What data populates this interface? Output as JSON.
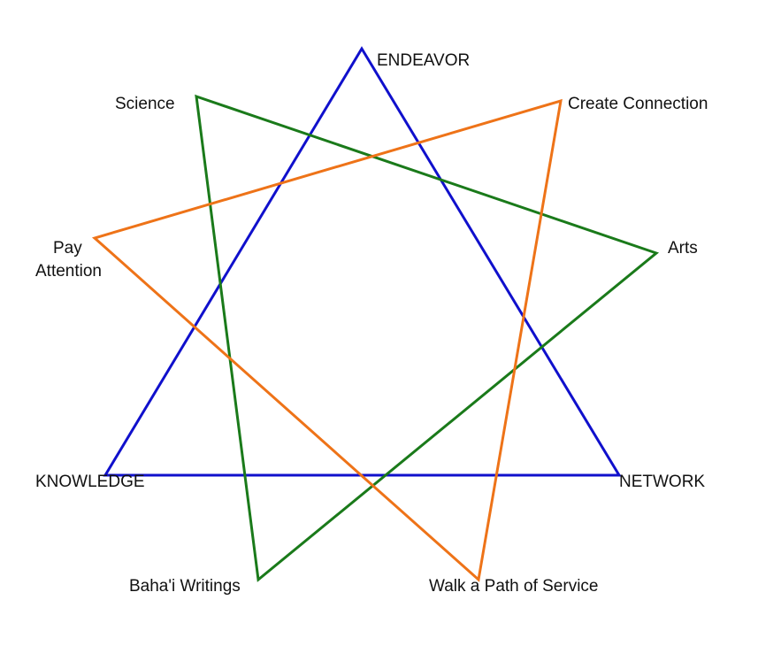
{
  "labels": {
    "endeavor": "ENDEAVOR",
    "create_connection": "Create Connection",
    "science": "Science",
    "arts": "Arts",
    "pay": "Pay",
    "attention": "Attention",
    "knowledge": "KNOWLEDGE",
    "network": "NETWORK",
    "bahai_writings": "Baha'i Writings",
    "walk_path": "Walk a Path of Service"
  },
  "colors": {
    "triangle_blue": "#1010cc",
    "triangle_green": "#1a7a1a",
    "triangle_orange": "#ee7318"
  }
}
